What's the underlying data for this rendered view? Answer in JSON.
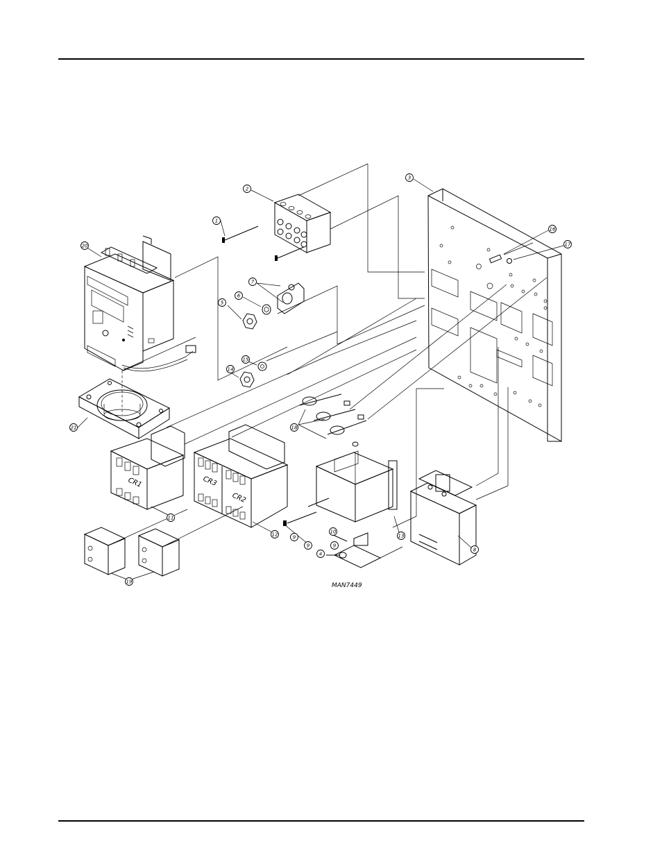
{
  "drawing": {
    "id_label": "MAN7449",
    "contactor_labels": [
      "CR1",
      "CR3",
      "CR2"
    ],
    "callouts": [
      {
        "key": "c1",
        "number": "1"
      },
      {
        "key": "c2",
        "number": "2"
      },
      {
        "key": "c3",
        "number": "3"
      },
      {
        "key": "c4",
        "number": "4"
      },
      {
        "key": "c5",
        "number": "5"
      },
      {
        "key": "c6",
        "number": "6"
      },
      {
        "key": "c7",
        "number": "7"
      },
      {
        "key": "c8",
        "number": "8"
      },
      {
        "key": "c9",
        "number": "9"
      },
      {
        "key": "c9b",
        "number": "9"
      },
      {
        "key": "c9c",
        "number": "9"
      },
      {
        "key": "c10",
        "number": "10"
      },
      {
        "key": "c11",
        "number": "11"
      },
      {
        "key": "c12",
        "number": "12"
      },
      {
        "key": "c13",
        "number": "13"
      },
      {
        "key": "c14",
        "number": "14"
      },
      {
        "key": "c15",
        "number": "15"
      },
      {
        "key": "c16",
        "number": "16"
      },
      {
        "key": "c17",
        "number": "17"
      },
      {
        "key": "c18",
        "number": "18"
      },
      {
        "key": "c19",
        "number": "19"
      },
      {
        "key": "c20",
        "number": "20"
      },
      {
        "key": "c21",
        "number": "21"
      }
    ]
  }
}
